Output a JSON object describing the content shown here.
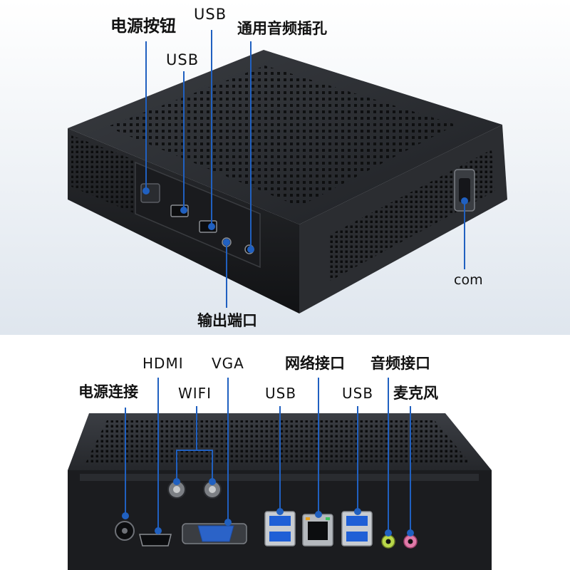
{
  "colors": {
    "background": "#ffffff",
    "panel_top": "#e6ecf3",
    "chassis": "#202225",
    "leader_line": "#2060c0",
    "usb_port": "#1f5fd6",
    "audio_green": "#b9d84a",
    "mic_pink": "#e07aa8",
    "vga_blue": "#2b63c8"
  },
  "top_view": {
    "labels": {
      "power_button": "电源按钮",
      "usb_upper": "USB",
      "usb_lower": "USB",
      "audio_jack": "通用音频插孔",
      "output_port": "输出端口",
      "com": "com"
    }
  },
  "rear_view": {
    "labels": {
      "power_connector": "电源连接",
      "hdmi": "HDMI",
      "vga": "VGA",
      "wifi": "WIFI",
      "network": "网络接口",
      "usb_left": "USB",
      "usb_right": "USB",
      "audio_port": "音频接口",
      "microphone": "麦克风"
    }
  }
}
